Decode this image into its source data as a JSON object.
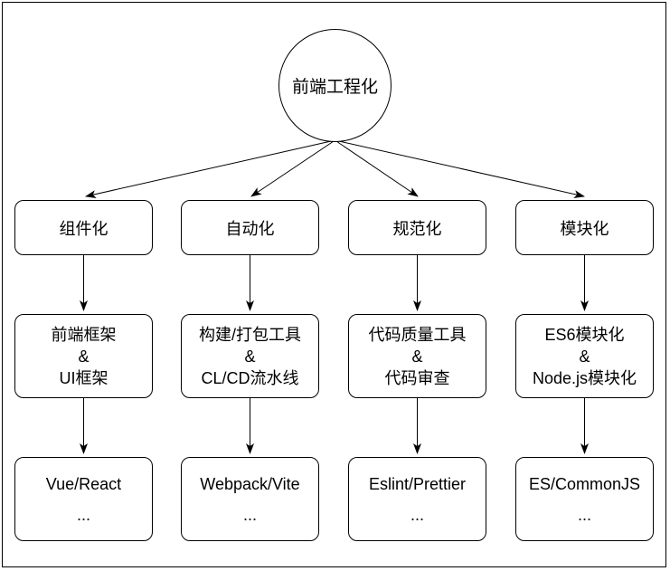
{
  "diagram": {
    "root_label": "前端工程化",
    "branches": [
      {
        "title": "组件化",
        "middle": [
          "前端框架",
          "&",
          "UI框架"
        ],
        "bottom": [
          "Vue/React",
          "..."
        ]
      },
      {
        "title": "自动化",
        "middle": [
          "构建/打包工具",
          "&",
          "CL/CD流水线"
        ],
        "bottom": [
          "Webpack/Vite",
          "..."
        ]
      },
      {
        "title": "规范化",
        "middle": [
          "代码质量工具",
          "&",
          "代码审查"
        ],
        "bottom": [
          "Eslint/Prettier",
          "..."
        ]
      },
      {
        "title": "模块化",
        "middle": [
          "ES6模块化",
          "&",
          "Node.js模块化"
        ],
        "bottom": [
          "ES/CommonJS",
          "..."
        ]
      }
    ],
    "colors": {
      "stroke": "#000000",
      "background": "#ffffff",
      "text": "#000000"
    }
  }
}
